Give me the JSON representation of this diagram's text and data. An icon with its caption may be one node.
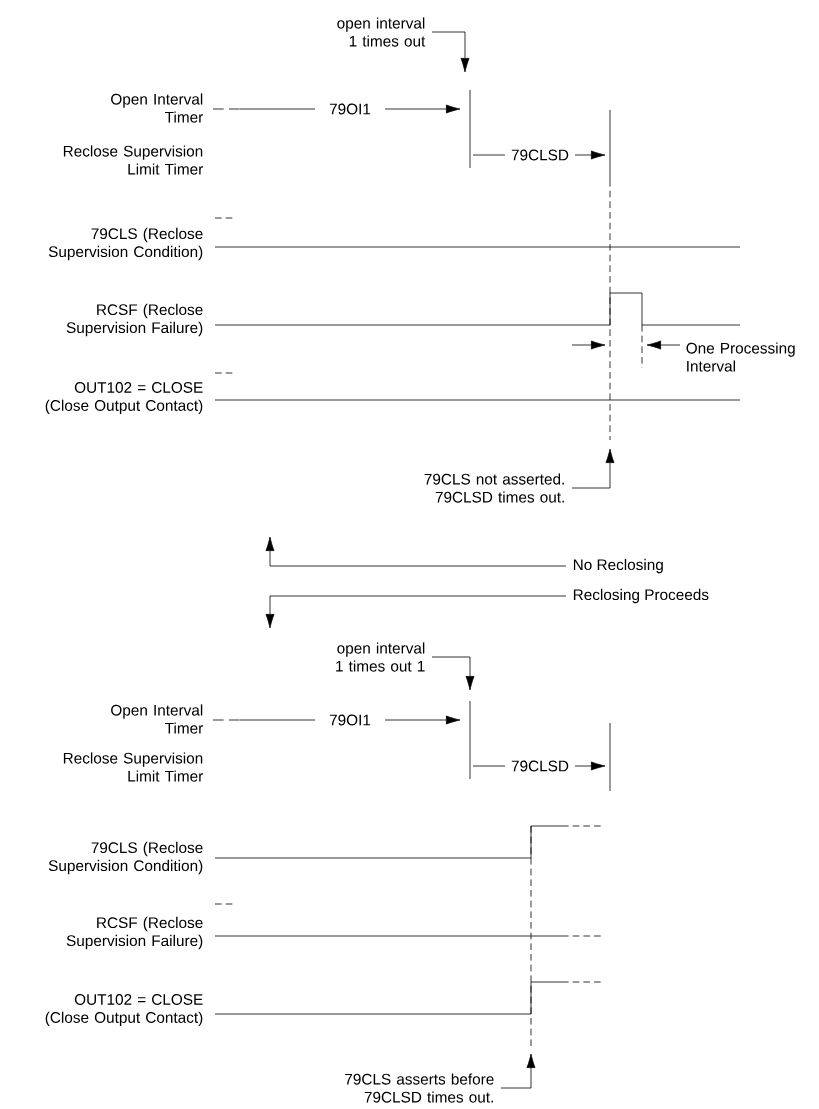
{
  "diagram": {
    "nodes": [
      {
        "text": [
          "open interval 1 times out"
        ]
      },
      {
        "text": [
          "79CLS not asserted. 79CLSD times out."
        ]
      },
      {
        "text": [
          "No Reclosing"
        ]
      },
      {
        "text": [
          "Reclosing Proceeds"
        ]
      },
      {
        "text": [
          "open interval 1 times out 1"
        ]
      },
      {
        "text": [
          "79CLS asserts before 79CLSD times out."
        ]
      }
    ],
    "edges": [
      {
        "from": 0,
        "to": null,
        "arrow": "to"
      },
      {
        "from": 1,
        "to": null,
        "arrow": "to"
      },
      {
        "from": 2,
        "to": null,
        "arrow": "to"
      },
      {
        "from": 3,
        "to": null,
        "arrow": "to"
      },
      {
        "from": 4,
        "to": null,
        "arrow": "to"
      },
      {
        "from": 5,
        "to": null,
        "arrow": "to"
      }
    ],
    "labels": [
      "Open Interval Timer",
      "79OI1",
      "Reclose Supervision Limit Timer",
      "79CLSD",
      "79CLS (Reclose Supervision Condition)",
      "RCSF (Reclose Supervision Failure)",
      "One Processing Interval",
      "OUT102 = CLOSE (Close Output Contact)",
      "Open Interval Timer",
      "79OI1",
      "Reclose Supervision Limit Timer",
      "79CLSD",
      "79CLS (Reclose Supervision Condition)",
      "RCSF (Reclose Supervision Failure)",
      "OUT102 = CLOSE (Close Output Contact)"
    ]
  }
}
